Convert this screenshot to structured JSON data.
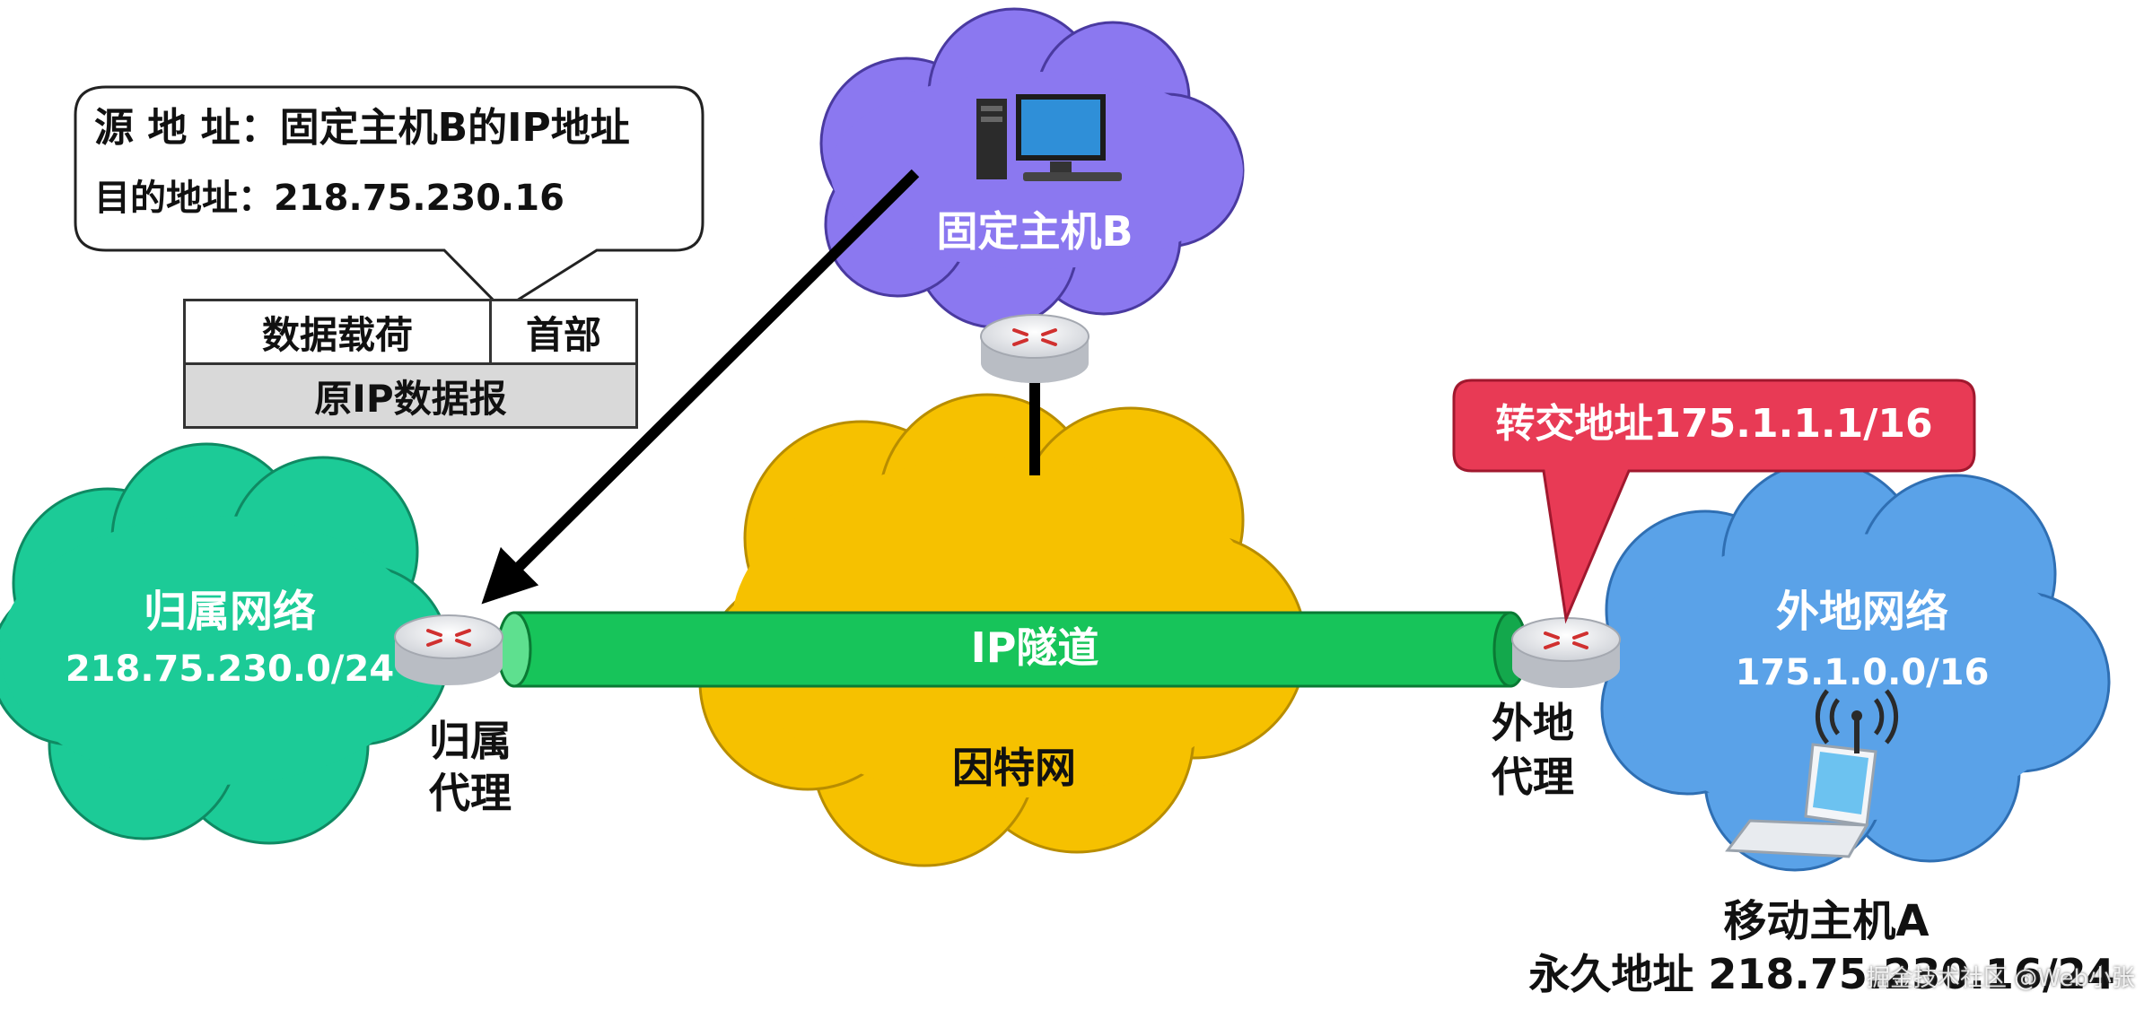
{
  "callout": {
    "line1": "源 地 址：固定主机B的IP地址",
    "line2": "目的地址：218.75.230.16"
  },
  "packet": {
    "payload": "数据载荷",
    "header": "首部",
    "caption": "原IP数据报"
  },
  "fixed_host": {
    "label": "固定主机B"
  },
  "home_network": {
    "name": "归属网络",
    "prefix": "218.75.230.0/24"
  },
  "home_agent": {
    "line1": "归属",
    "line2": "代理"
  },
  "internet": {
    "label": "因特网"
  },
  "tunnel": {
    "label": "IP隧道"
  },
  "care_of": {
    "label": "转交地址175.1.1.1/16"
  },
  "foreign_network": {
    "name": "外地网络",
    "prefix": "175.1.0.0/16"
  },
  "foreign_agent": {
    "line1": "外地",
    "line2": "代理"
  },
  "mobile_host": {
    "name": "移动主机A",
    "permanent": "永久地址 218.75.230.16/24"
  },
  "watermark": "掘金技术社区 @Web小张",
  "colors": {
    "purple_cloud": "#8b78f0",
    "green_cloud": "#1ccb97",
    "yellow_cloud": "#f6c100",
    "blue_cloud": "#5aa2e8",
    "tunnel_green": "#17c45a",
    "care_of_red": "#e83a55"
  }
}
